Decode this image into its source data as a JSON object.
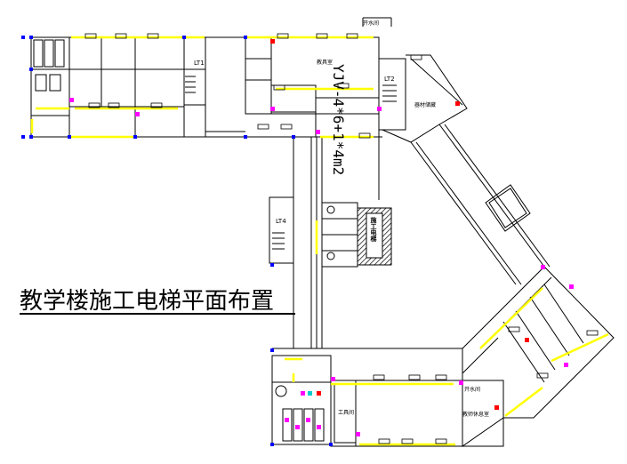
{
  "title": "教学楼施工电梯平面布置",
  "cable_label": "YJV-4*6+1*4m2",
  "labels": {
    "lt1": "LT1",
    "lt2": "LT2",
    "lt4": "LT4",
    "elevator": "施工电梯",
    "sw1": "开水间",
    "sw2": "教具室",
    "sw3": "器材储藏",
    "sw4": "开水间",
    "sw5": "教师休息室",
    "sw6": "工具间"
  },
  "colors": {
    "wall": "#000000",
    "beam": "#ffff00",
    "column": "#0000ff",
    "marker_magenta": "#ff00ff",
    "marker_red": "#ff0000",
    "marker_cyan": "#00cccc"
  }
}
